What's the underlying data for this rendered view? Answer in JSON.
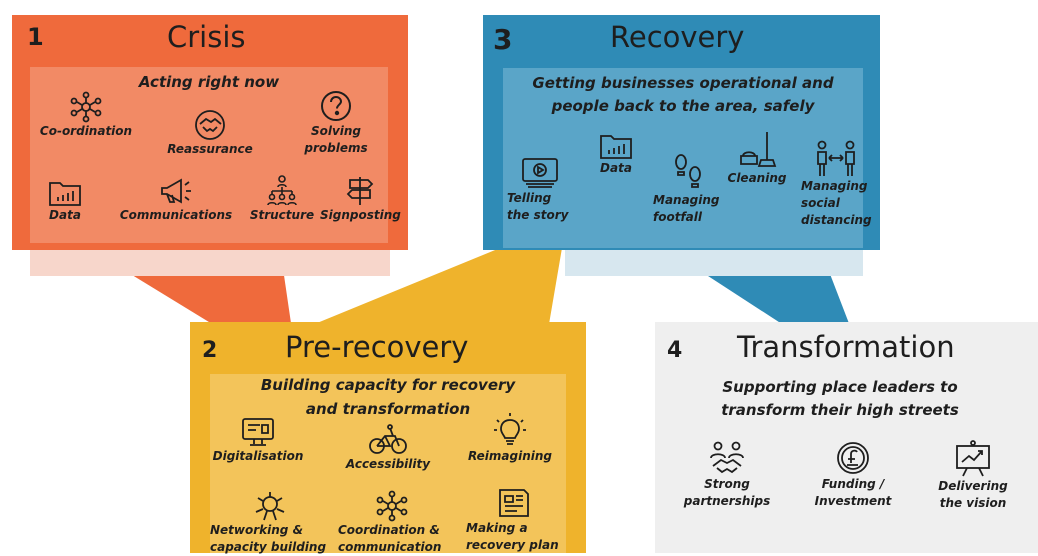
{
  "colors": {
    "crisis": "#ef6a3c",
    "recovery": "#2f8bb6",
    "prerecovery": "#efb32c",
    "transformation": "#efefef"
  },
  "stages": [
    {
      "number": "1",
      "title": "Crisis",
      "subtitle": "Acting right now",
      "items": [
        {
          "icon": "network-icon",
          "label": "Co-ordination"
        },
        {
          "icon": "handshake-icon",
          "label": "Reassurance"
        },
        {
          "icon": "question-icon",
          "label": "Solving problems"
        },
        {
          "icon": "data-folder-icon",
          "label": "Data"
        },
        {
          "icon": "megaphone-icon",
          "label": "Communications"
        },
        {
          "icon": "org-chart-icon",
          "label": "Structure"
        },
        {
          "icon": "signpost-icon",
          "label": "Signposting"
        }
      ]
    },
    {
      "number": "2",
      "title": "Pre-recovery",
      "subtitle_lines": [
        "Building capacity for recovery",
        "and transformation"
      ],
      "items": [
        {
          "icon": "computer-icon",
          "label": "Digitalisation"
        },
        {
          "icon": "bicycle-icon",
          "label": "Accessibility"
        },
        {
          "icon": "lightbulb-icon",
          "label": "Reimagining"
        },
        {
          "icon": "group-hands-icon",
          "label_lines": [
            "Networking &",
            "capacity building"
          ]
        },
        {
          "icon": "network-icon",
          "label_lines": [
            "Coordination &",
            "communication"
          ]
        },
        {
          "icon": "plan-map-icon",
          "label_lines": [
            "Making a",
            "recovery plan"
          ]
        }
      ]
    },
    {
      "number": "3",
      "title": "Recovery",
      "subtitle_lines": [
        "Getting businesses operational and",
        "people back to the area, safely"
      ],
      "items": [
        {
          "icon": "video-screen-icon",
          "label_lines": [
            "Telling",
            "the story"
          ]
        },
        {
          "icon": "data-folder-icon",
          "label": "Data"
        },
        {
          "icon": "footprints-icon",
          "label_lines": [
            "Managing",
            "footfall"
          ]
        },
        {
          "icon": "cleaning-icon",
          "label": "Cleaning"
        },
        {
          "icon": "distancing-icon",
          "label_lines": [
            "Managing",
            "social",
            "distancing"
          ]
        }
      ]
    },
    {
      "number": "4",
      "title": "Transformation",
      "subtitle_lines": [
        "Supporting place leaders to",
        "transform their high streets"
      ],
      "items": [
        {
          "icon": "partnership-icon",
          "label_lines": [
            "Strong",
            "partnerships"
          ]
        },
        {
          "icon": "pound-coin-icon",
          "label_lines": [
            "Funding /",
            "Investment"
          ]
        },
        {
          "icon": "presentation-board-icon",
          "label_lines": [
            "Delivering",
            "the vision"
          ]
        }
      ]
    }
  ]
}
